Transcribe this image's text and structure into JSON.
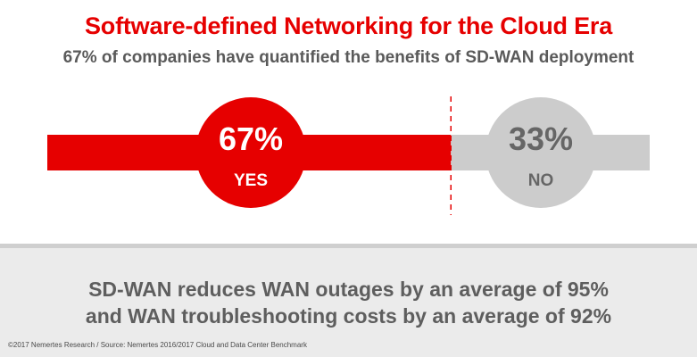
{
  "header": {
    "title": "Software-defined Networking for the Cloud Era",
    "subtitle": "67% of companies have quantified the benefits of SD-WAN deployment"
  },
  "chart_data": {
    "type": "bar",
    "orientation": "horizontal-stacked",
    "categories": [
      "YES",
      "NO"
    ],
    "values": [
      67,
      33
    ],
    "value_labels": [
      "67%",
      "33%"
    ],
    "colors": [
      "#e60000",
      "#cccccc"
    ],
    "label_colors": [
      "#ffffff",
      "#666666"
    ],
    "divider_color": "#e60000"
  },
  "footer": {
    "line1": "SD-WAN reduces WAN outages by an average of 95%",
    "line2": "and WAN troubleshooting costs by an average of 92%",
    "source": "©2017 Nemertes Research / Source: Nemertes 2016/2017 Cloud and Data Center Benchmark"
  }
}
